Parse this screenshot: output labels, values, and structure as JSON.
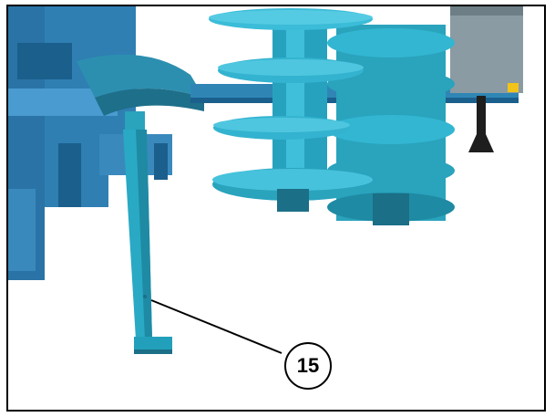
{
  "figure": {
    "callout_number": "15",
    "colors": {
      "machine_blue": "#29a9c4",
      "machine_blue_dark": "#1b6f86",
      "frame_blue": "#2f7fb3",
      "bracket_dark": "#1e1e1e",
      "background": "#ffffff",
      "outline": "#000000",
      "accent_yellow": "#f2c318"
    },
    "icons": [
      "parking-stand-graphic",
      "disc-roller-graphic",
      "leader-line"
    ]
  }
}
